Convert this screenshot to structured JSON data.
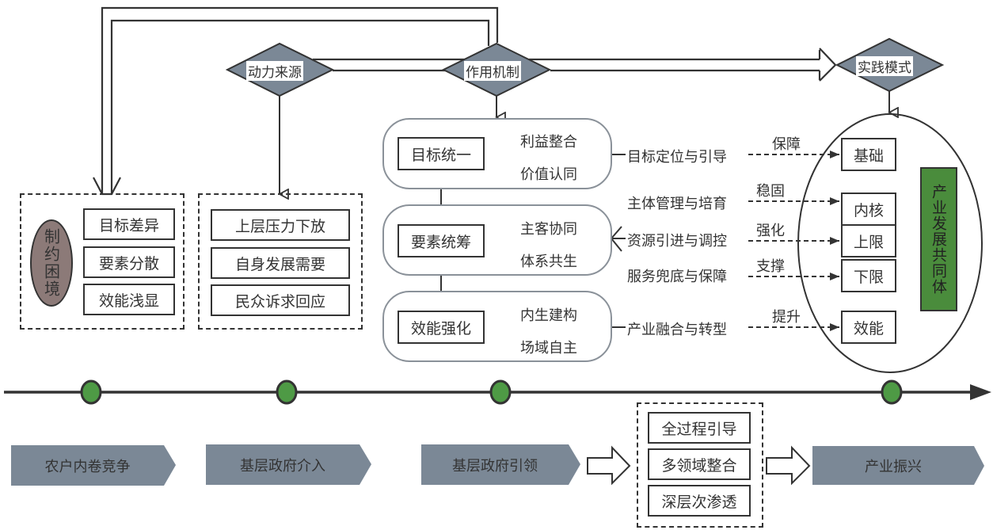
{
  "colors": {
    "diamond_fill": "#7b8896",
    "stage_fill": "#7b8896",
    "oval_fill": "#8c7a78",
    "green_node": "#4e9a45",
    "community_fill": "#4a8c3c",
    "line": "#333333",
    "pill_border": "#8a9199"
  },
  "diamonds": {
    "source": "动力来源",
    "mechanism": "作用机制",
    "practice": "实践模式"
  },
  "dilemma": {
    "title": "制约困境",
    "items": [
      "目标差异",
      "要素分散",
      "效能浅显"
    ]
  },
  "drivers": {
    "items": [
      "上层压力下放",
      "自身发展需要",
      "民众诉求回应"
    ]
  },
  "mechanisms": [
    {
      "main": "目标统一",
      "subs": [
        "利益整合",
        "价值认同"
      ]
    },
    {
      "main": "要素统筹",
      "subs": [
        "主客协同",
        "体系共生"
      ]
    },
    {
      "main": "效能强化",
      "subs": [
        "内生建构",
        "场域自主"
      ]
    }
  ],
  "paths": [
    {
      "action": "目标定位与引导",
      "effect": "保障",
      "target": "基础"
    },
    {
      "action": "主体管理与培育",
      "effect": "稳固",
      "target": "内核"
    },
    {
      "action": "资源引进与调控",
      "effect": "强化",
      "target": "上限"
    },
    {
      "action": "服务兜底与保障",
      "effect": "支撑",
      "target": "下限"
    },
    {
      "action": "产业融合与转型",
      "effect": "提升",
      "target": "效能"
    }
  ],
  "community": "产业发展共同体",
  "timeline": {
    "stages": [
      "农户内卷竞争",
      "基层政府介入",
      "基层政府引领",
      "产业振兴"
    ],
    "guidance": [
      "全过程引导",
      "多领域整合",
      "深层次渗透"
    ]
  }
}
